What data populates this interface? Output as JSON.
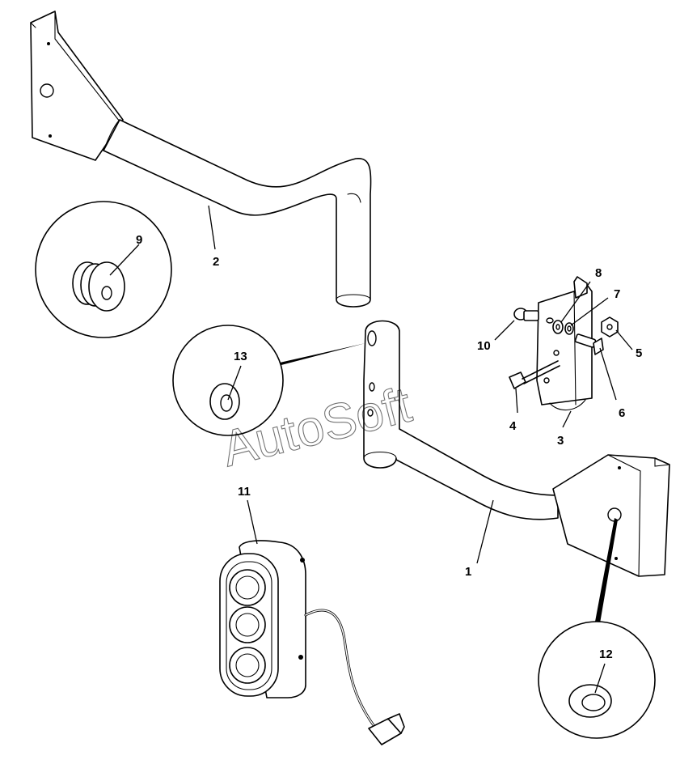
{
  "watermark": "AutoSoft",
  "callouts": [
    {
      "id": "c1",
      "label": "1"
    },
    {
      "id": "c2",
      "label": "2"
    },
    {
      "id": "c3",
      "label": "3"
    },
    {
      "id": "c4",
      "label": "4"
    },
    {
      "id": "c5",
      "label": "5"
    },
    {
      "id": "c6",
      "label": "6"
    },
    {
      "id": "c7",
      "label": "7"
    },
    {
      "id": "c8",
      "label": "8"
    },
    {
      "id": "c9",
      "label": "9"
    },
    {
      "id": "c10",
      "label": "10"
    },
    {
      "id": "c11",
      "label": "11"
    },
    {
      "id": "c12",
      "label": "12"
    },
    {
      "id": "c13",
      "label": "13"
    }
  ]
}
